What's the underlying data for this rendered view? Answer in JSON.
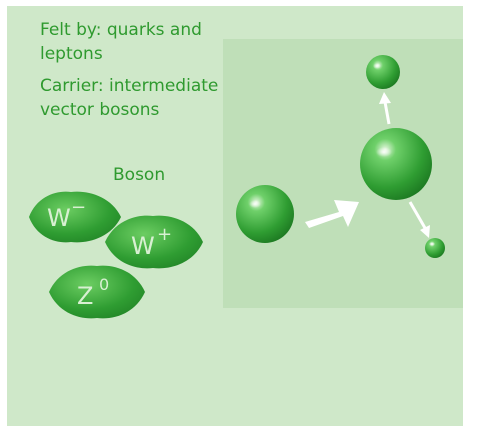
{
  "text": {
    "felt_line1": "Felt by: quarks and",
    "felt_line2": "leptons",
    "carrier_line1": "Carrier: intermediate",
    "carrier_line2": "vector bosons",
    "boson_label": "Boson"
  },
  "bosons": [
    {
      "letter": "W",
      "sup": "−"
    },
    {
      "letter": "W",
      "sup": "+"
    },
    {
      "letter": "Z",
      "sup": "0"
    }
  ],
  "colors": {
    "background_panel": "#cfe8c9",
    "inset_panel": "#bfdfb8",
    "text_green": "#2f9a2f",
    "particle_green": "#35a935",
    "arrow_white": "#ffffff"
  }
}
